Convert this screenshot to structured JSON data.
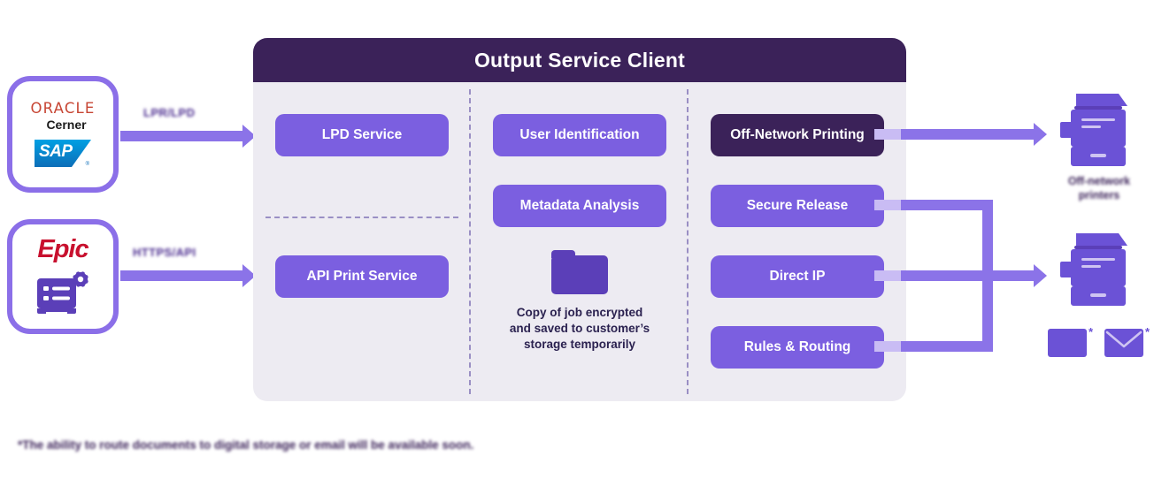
{
  "diagram": {
    "panel": {
      "title": "Output Service Client",
      "columns": [
        {
          "name": "ingest",
          "items": [
            {
              "label": "LPD Service",
              "style": "light"
            },
            {
              "label": "API Print Service",
              "style": "light"
            }
          ]
        },
        {
          "name": "processing",
          "items": [
            {
              "label": "User Identification",
              "style": "light"
            },
            {
              "label": "Metadata Analysis",
              "style": "light"
            }
          ],
          "note_icon": "folder-icon",
          "note": "Copy of job encrypted and saved to customer’s storage temporarily",
          "note_line1": "Copy of job encrypted",
          "note_line2": "and saved to customer’s",
          "note_line3": "storage temporarily"
        },
        {
          "name": "delivery",
          "items": [
            {
              "label": "Off-Network Printing",
              "style": "dark"
            },
            {
              "label": "Secure Release",
              "style": "light"
            },
            {
              "label": "Direct IP",
              "style": "light"
            },
            {
              "label": "Rules & Routing",
              "style": "light"
            }
          ]
        }
      ]
    },
    "sources": [
      {
        "name": "oracle-cerner-sap",
        "logos": [
          "ORACLE",
          "Cerner",
          "SAP"
        ],
        "oracle_word": "ORACLE",
        "cerner_word": "Cerner",
        "sap_word": "SAP",
        "sap_registered": "®",
        "protocol_label": "LPR/LPD"
      },
      {
        "name": "epic",
        "logos": [
          "Epic"
        ],
        "epic_word": "Epic",
        "protocol_label": "HTTPS/API"
      }
    ],
    "outputs": [
      {
        "name": "off-network-printer",
        "icon": "printer-icon",
        "label_line1": "Off-network",
        "label_line2": "printers"
      },
      {
        "name": "on-network-printer",
        "icon": "printer-icon",
        "label": ""
      },
      {
        "name": "digital-storage",
        "icon": "storage-icon",
        "badge": "*"
      },
      {
        "name": "email",
        "icon": "email-icon",
        "badge": "*"
      }
    ],
    "footnote": "*The ability to route documents to digital storage or email will be available soon.",
    "colors": {
      "accent_purple": "#7B5FE0",
      "arrow_purple": "#8B73E8",
      "dark_purple": "#3B2259",
      "panel_bg": "#EDEBF2",
      "stub_purple": "#C9BCF4",
      "oracle_red": "#C74634",
      "epic_red": "#C8102E",
      "sap_blue": "#0D6EB8"
    }
  }
}
